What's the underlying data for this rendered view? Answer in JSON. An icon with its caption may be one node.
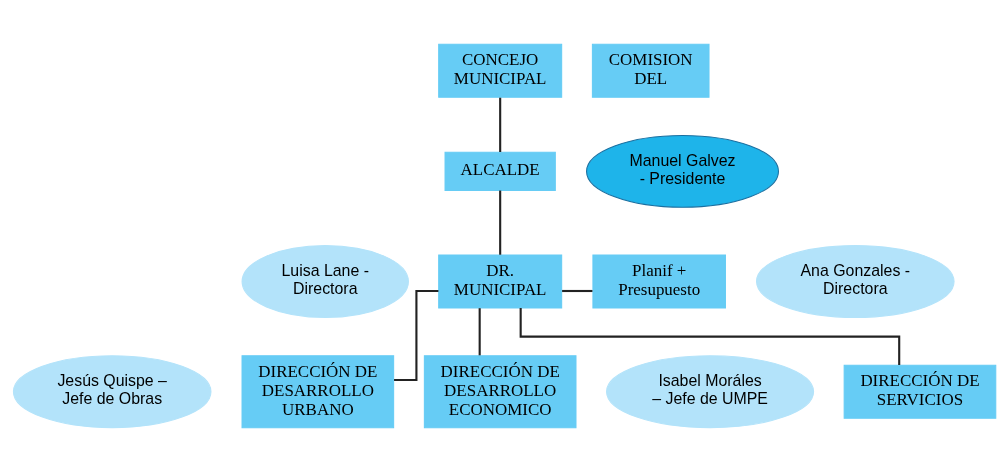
{
  "diagram": {
    "nodes": [
      {
        "text": [
          "CONCEJO MUNICIPAL"
        ]
      },
      {
        "text": [
          "COMISION DEL"
        ]
      },
      {
        "text": [
          "Manuel Galvez - Presidente"
        ]
      },
      {
        "text": [
          "ALCALDE"
        ]
      },
      {
        "text": [
          "Luisa Lane - Directora"
        ]
      },
      {
        "text": [
          "DR. MUNICIPAL"
        ]
      },
      {
        "text": [
          "Planif + Presupuesto"
        ]
      },
      {
        "text": [
          "Ana Gonzales - Directora"
        ]
      },
      {
        "text": [
          "DIRECCIÓN DE DESARROLLO URBANO"
        ]
      },
      {
        "text": [
          "Jesús Quispe – Jefe de Obras"
        ]
      },
      {
        "text": [
          "DIRECCIÓN DE DESARROLLO ECONOMICO"
        ]
      },
      {
        "text": [
          "Isabel Moráles – Jefe de UMPE"
        ]
      },
      {
        "text": [
          "DIRECCIÓN DE SERVICIOS"
        ]
      }
    ],
    "edges": [
      {
        "from": 0,
        "to": 3,
        "arrow": "none"
      },
      {
        "from": 3,
        "to": 5,
        "arrow": "none"
      },
      {
        "from": 5,
        "to": 6,
        "arrow": "none"
      },
      {
        "from": 5,
        "to": 8,
        "arrow": "none"
      },
      {
        "from": 5,
        "to": 10,
        "arrow": "none"
      },
      {
        "from": 5,
        "to": 12,
        "arrow": "none"
      }
    ]
  }
}
